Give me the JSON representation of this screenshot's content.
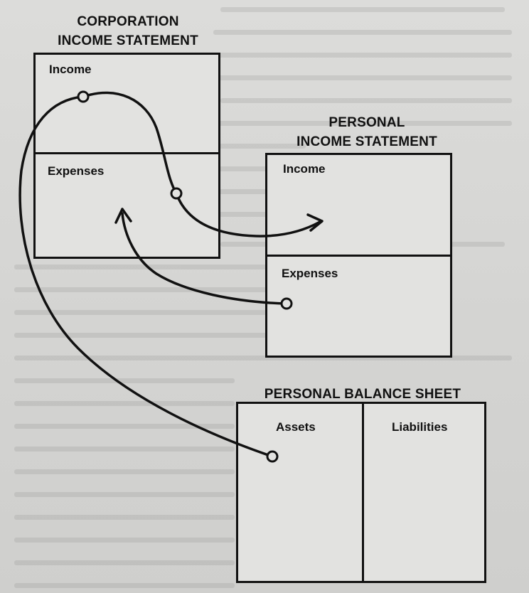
{
  "corporation_statement": {
    "title_line1": "CORPORATION",
    "title_line2": "INCOME STATEMENT",
    "income_label": "Income",
    "expenses_label": "Expenses"
  },
  "personal_statement": {
    "title_line1": "PERSONAL",
    "title_line2": "INCOME STATEMENT",
    "income_label": "Income",
    "expenses_label": "Expenses"
  },
  "personal_balance_sheet": {
    "title": "PERSONAL BALANCE SHEET",
    "assets_label": "Assets",
    "liabilities_label": "Liabilities"
  },
  "colors": {
    "ink": "#111111",
    "paper": "#dcdcda"
  }
}
